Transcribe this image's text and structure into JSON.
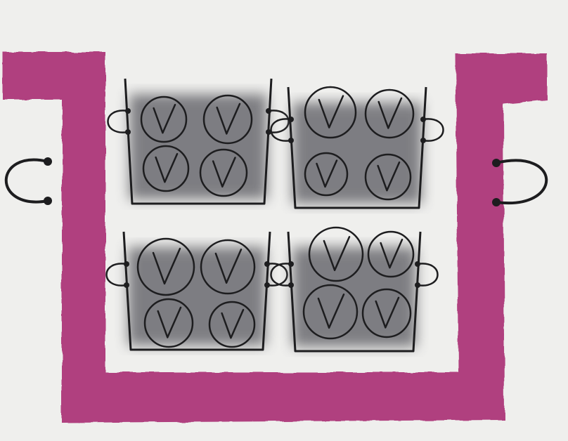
{
  "colors": {
    "background": "#efefed",
    "big_pot": "#b0407f",
    "ink": "#1d1d1f",
    "bin_fill": "#6a6a70"
  },
  "scene": {
    "big_pot_icon": "magenta-pot-icon",
    "bin_icon": "bucket-icon",
    "item_icon": "check-circle-icon",
    "bins": [
      {
        "name": "bin-top-left",
        "items": [
          "check",
          "check",
          "check",
          "check"
        ]
      },
      {
        "name": "bin-top-right",
        "items": [
          "check",
          "check",
          "check",
          "check"
        ]
      },
      {
        "name": "bin-bottom-left",
        "items": [
          "check",
          "check",
          "check",
          "check"
        ]
      },
      {
        "name": "bin-bottom-right",
        "items": [
          "check",
          "check",
          "check",
          "check"
        ]
      }
    ]
  }
}
